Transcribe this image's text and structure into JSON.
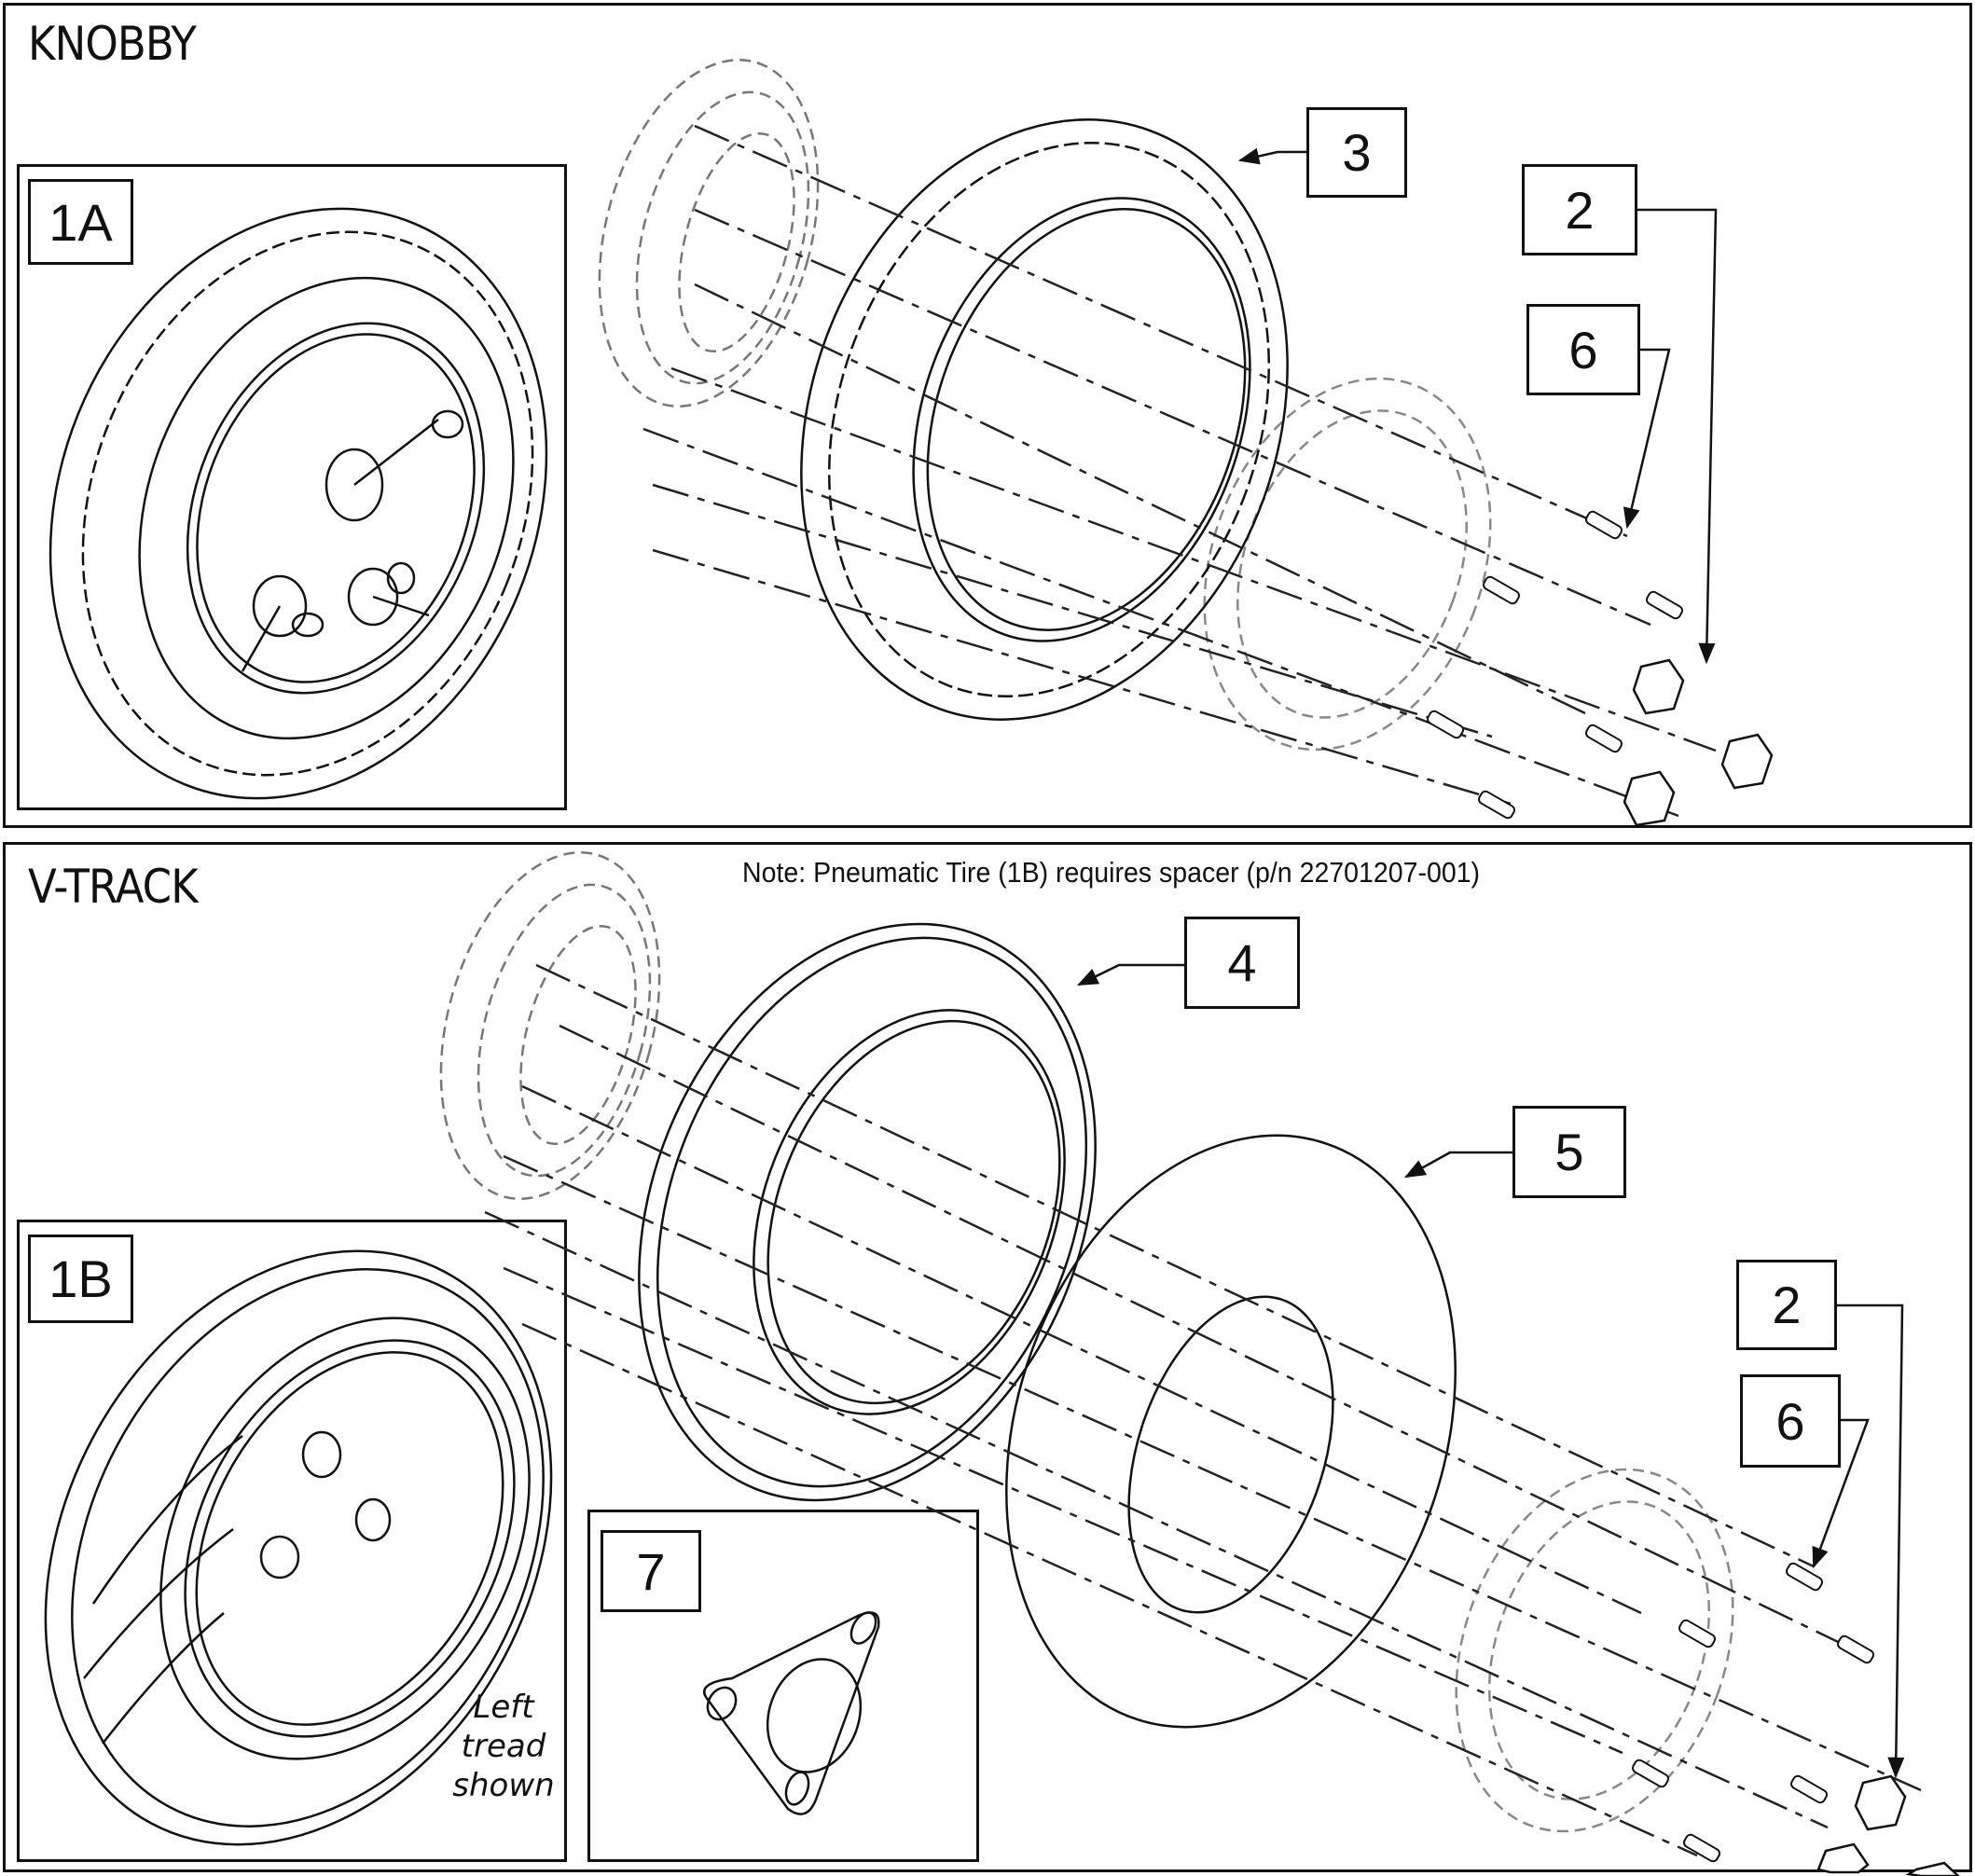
{
  "sections": {
    "knobby": {
      "title": "KNOBBY",
      "inset_label": "1A",
      "callouts": {
        "tire": "3",
        "nut": "2",
        "screw": "6"
      }
    },
    "vtrack": {
      "title": "V-TRACK",
      "note": "Note: Pneumatic Tire (1B) requires spacer (p/n 22701207-001)",
      "inset_label": "1B",
      "inset_caption": [
        "Left",
        "tread",
        "shown"
      ],
      "callouts": {
        "tire": "4",
        "tube": "5",
        "nut": "2",
        "screw": "6"
      },
      "spacer_label": "7"
    }
  },
  "colors": {
    "line": "#111111",
    "hidden_line": "#777777",
    "background": "#ffffff"
  }
}
